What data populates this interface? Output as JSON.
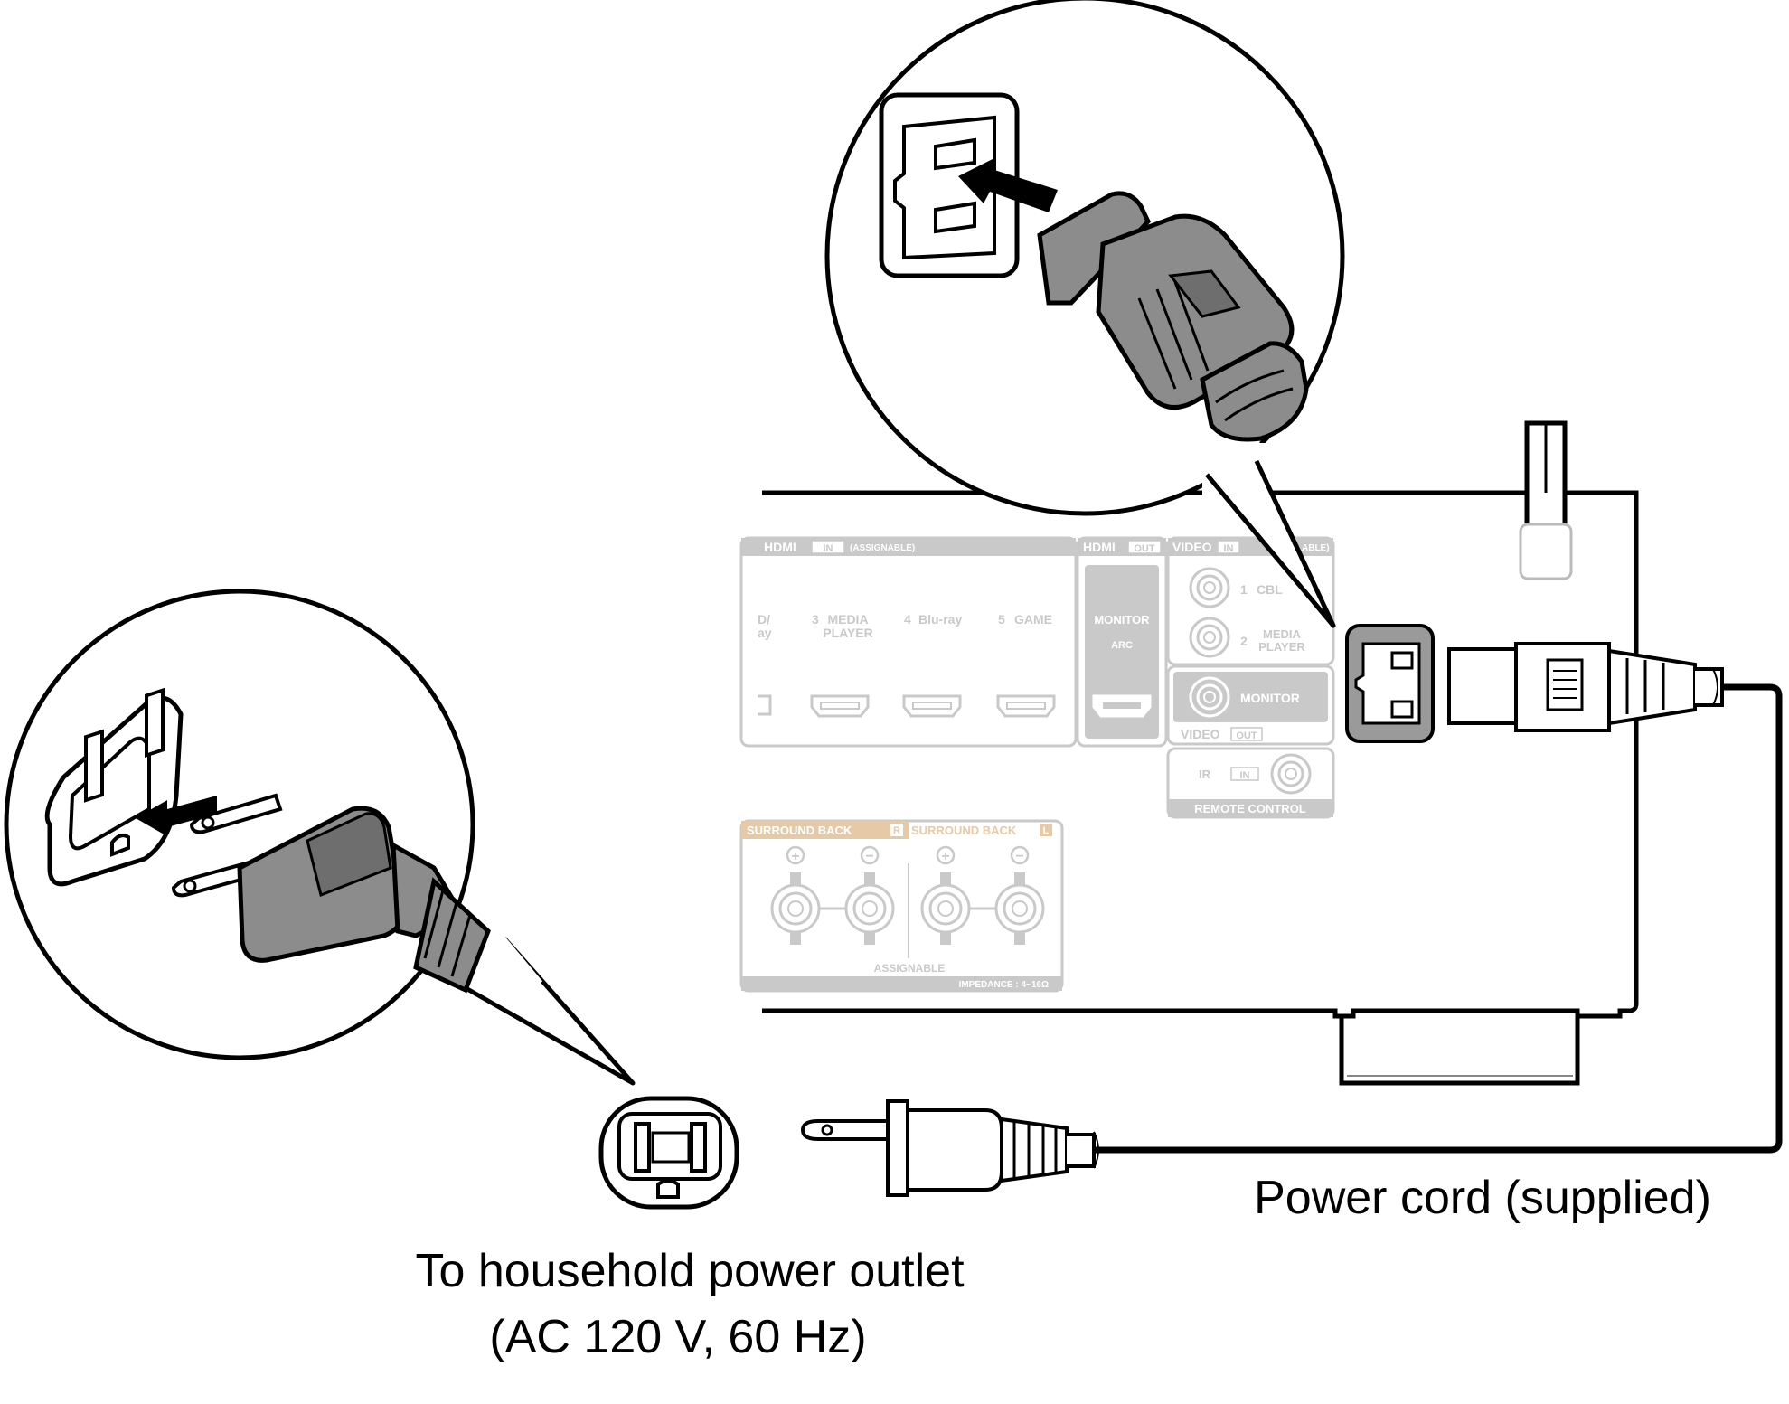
{
  "labels": {
    "power_cord": "Power cord (supplied)",
    "outlet_line1": "To household power outlet",
    "outlet_line2": "(AC 120 V, 60 Hz)"
  },
  "panel": {
    "hdmi_in_title": "HDMI",
    "hdmi_in_badge": "IN",
    "hdmi_in_assignable": "(ASSIGNABLE)",
    "hdmi_in_partial_1": "D/",
    "hdmi_in_partial_2": "ay",
    "hdmi_in_3_num": "3",
    "hdmi_in_3_line1": "MEDIA",
    "hdmi_in_3_line2": "PLAYER",
    "hdmi_in_4_num": "4",
    "hdmi_in_4": "Blu-ray",
    "hdmi_in_5_num": "5",
    "hdmi_in_5": "GAME",
    "hdmi_out_title": "HDMI",
    "hdmi_out_badge": "OUT",
    "hdmi_out_monitor": "MONITOR",
    "hdmi_out_arc": "ARC",
    "video_in_title": "VIDEO",
    "video_in_badge": "IN",
    "video_in_assignable": "ABLE)",
    "video_in_1_num": "1",
    "video_in_1": "CBL",
    "video_in_2_num": "2",
    "video_in_2_line1": "MEDIA",
    "video_in_2_line2": "PLAYER",
    "video_out_monitor": "MONITOR",
    "video_out_title": "VIDEO",
    "video_out_badge": "OUT",
    "ir_label": "IR",
    "ir_badge": "IN",
    "remote_control": "REMOTE CONTROL",
    "surround_back_r": "SURROUND BACK",
    "surround_back_r_badge": "R",
    "surround_back_l": "SURROUND BACK",
    "surround_back_l_badge": "L",
    "plus": "+",
    "minus": "−",
    "assignable": "ASSIGNABLE",
    "impedance": "IMPEDANCE : 4~16Ω"
  }
}
